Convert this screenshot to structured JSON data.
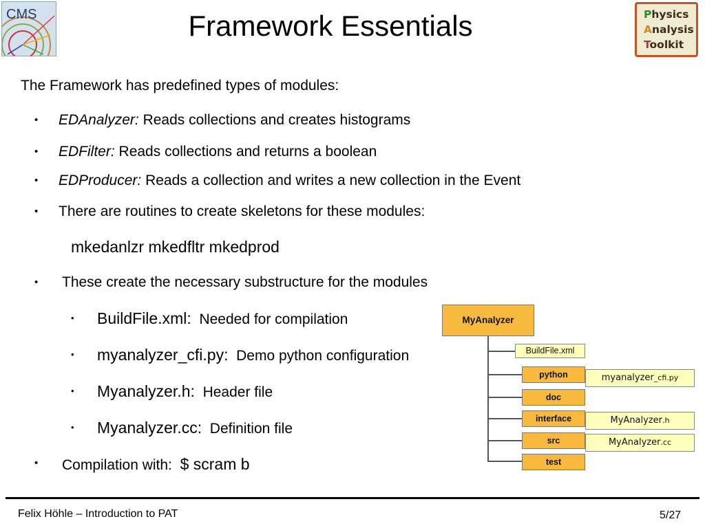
{
  "header": {
    "logo_left_text": "CMS",
    "title": "Framework Essentials",
    "logo_right_lines": [
      {
        "cap": "P",
        "rest": "hysics"
      },
      {
        "cap": "A",
        "rest": "nalysis"
      },
      {
        "cap": "T",
        "rest": "oolkit"
      }
    ]
  },
  "content": {
    "intro": "The Framework has predefined types of modules:",
    "bullet_char": "•",
    "modules": [
      {
        "name": "EDAnalyzer:",
        "desc": "Reads collections and creates histograms"
      },
      {
        "name": "EDFilter:",
        "desc": "Reads collections and returns a boolean"
      },
      {
        "name": "EDProducer:",
        "desc": "Reads a collection and writes a new collection in the Event"
      }
    ],
    "skeletons_text": "There are routines to create skeletons for these modules:",
    "commands": "mkedanlzr mkedfltr mkedprod",
    "substructure_text": "These create the necessary substructure for the modules",
    "files": [
      {
        "name": "BuildFile.xml:",
        "desc": "Needed for compilation"
      },
      {
        "name": "myanalyzer_cfi.py:",
        "desc": "Demo python configuration"
      },
      {
        "name": "Myanalyzer.h:",
        "desc": "Header file"
      },
      {
        "name": "Myanalyzer.cc:",
        "desc": "Definition file"
      }
    ],
    "compilation_label": "Compilation with:",
    "compilation_cmd": "$ scram b"
  },
  "diagram": {
    "root": "MyAnalyzer",
    "buildfile": "BuildFile.xml",
    "folders": [
      "python",
      "doc",
      "interface",
      "src",
      "test"
    ],
    "cfi_file": {
      "main": "myanalyzer",
      "suffix": "_cfi.py"
    },
    "header_file": {
      "main": "MyAnalyzer",
      "suffix": ".h"
    },
    "source_file": {
      "main": "MyAnalyzer",
      "suffix": ".cc"
    }
  },
  "footer": {
    "author": "Felix Höhle – Introduction to PAT",
    "page": "5/27"
  },
  "colors": {
    "folder_fill": "#f7ba3e",
    "file_fill": "#ffffbc",
    "pat_border": "#c0542b"
  }
}
